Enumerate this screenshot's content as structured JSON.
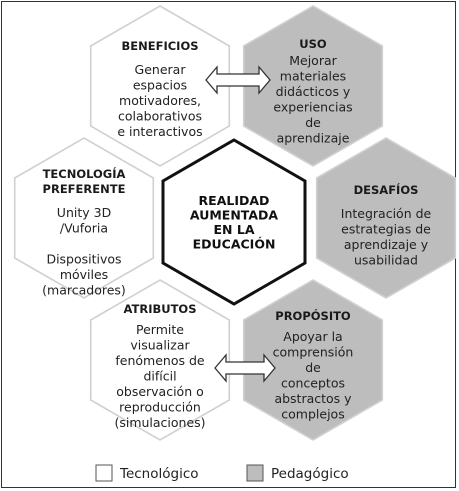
{
  "diagram": {
    "center": {
      "lines": [
        "REALIDAD",
        "AUMENTADA",
        "EN LA",
        "EDUCACIÓN"
      ]
    },
    "hexagons": [
      {
        "id": "beneficios",
        "category": "tecnologico",
        "title": [
          "BENEFICIOS"
        ],
        "body": [
          "Generar",
          "espacios",
          "motivadores,",
          "colaborativos",
          "e interactivos"
        ]
      },
      {
        "id": "uso",
        "category": "pedagogico",
        "title": [
          "USO"
        ],
        "body": [
          "Mejorar",
          "materiales",
          "didácticos y",
          "experiencias",
          "de",
          "aprendizaje"
        ]
      },
      {
        "id": "tecnologia",
        "category": "tecnologico",
        "title": [
          "TECNOLOGÍA",
          "PREFERENTE"
        ],
        "body": [
          "Unity 3D",
          "/Vuforia",
          "",
          "Dispositivos",
          "móviles",
          "(marcadores)"
        ]
      },
      {
        "id": "desafios",
        "category": "pedagogico",
        "title": [
          "DESAFÍOS"
        ],
        "body": [
          "Integración de",
          "estrategias de",
          "aprendizaje y",
          "usabilidad"
        ]
      },
      {
        "id": "atributos",
        "category": "tecnologico",
        "title": [
          "ATRIBUTOS"
        ],
        "body": [
          "Permite",
          "visualizar",
          "fenómenos de",
          "difícil",
          "observación o",
          "reproducción",
          "(simulaciones)"
        ]
      },
      {
        "id": "proposito",
        "category": "pedagogico",
        "title": [
          "PROPÓSITO"
        ],
        "body": [
          "Apoyar la",
          "comprensión",
          "de",
          "conceptos",
          "abstractos y",
          "complejos"
        ]
      }
    ],
    "connectors": [
      {
        "from": "beneficios",
        "to": "uso"
      },
      {
        "from": "atributos",
        "to": "proposito"
      }
    ]
  },
  "legend": {
    "items": [
      {
        "label": "Tecnológico",
        "category": "tecnologico"
      },
      {
        "label": "Pedagógico",
        "category": "pedagogico"
      }
    ]
  },
  "colors": {
    "tecnologico_fill": "#ffffff",
    "pedagogico_fill": "#bdbdbd",
    "outline": "#d0d0d0",
    "center_outline": "#111111"
  }
}
